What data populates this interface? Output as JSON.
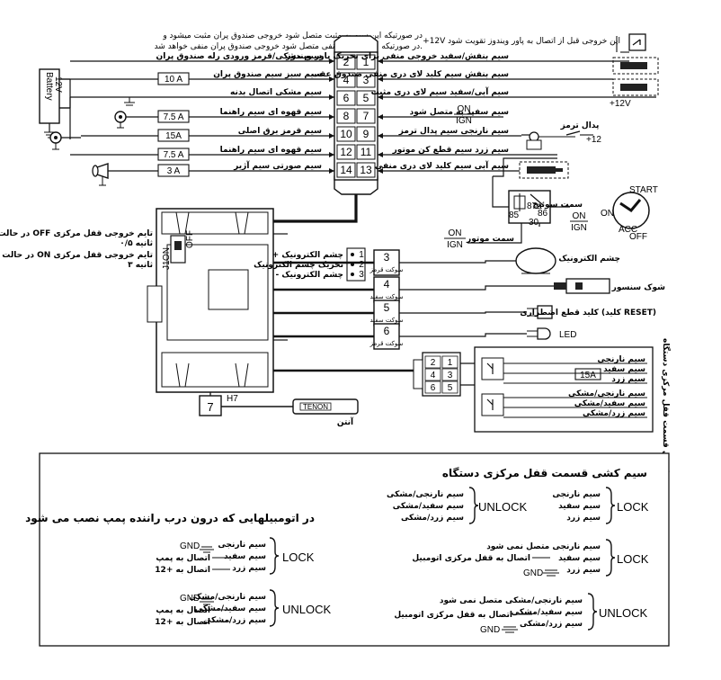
{
  "top_note": {
    "line1": "در صورتیکه این سیم به مثبت متصل شود خروجی صندوق پران مثبت میشود و",
    "line2": "در صورتیکه این سیم به منفی متصل شود خروجی صندوق پران منفی خواهد شد."
  },
  "battery": {
    "label": "Battery",
    "voltage": "12V"
  },
  "connector_pins": [
    {
      "left": "2",
      "right": "1"
    },
    {
      "left": "4",
      "right": "3"
    },
    {
      "left": "6",
      "right": "5"
    },
    {
      "left": "8",
      "right": "7"
    },
    {
      "left": "10",
      "right": "9"
    },
    {
      "left": "12",
      "right": "11"
    },
    {
      "left": "14",
      "right": "13"
    }
  ],
  "left_wires": [
    {
      "fuse": "",
      "label": "سیم مشکی/قرمز ورودی رله صندوق پران"
    },
    {
      "fuse": "10 A",
      "label": "سیم سبز سیم صندوق پران"
    },
    {
      "fuse": "",
      "label": "سیم مشکی اتصال بدنه"
    },
    {
      "fuse": "7.5 A",
      "label": "سیم قهوه ای سیم راهنما"
    },
    {
      "fuse": "15A",
      "label": "سیم قرمز برق اصلی"
    },
    {
      "fuse": "7.5 A",
      "label": "سیم قهوه ای سیم راهنما"
    },
    {
      "fuse": "3 A",
      "label": "سیم صورتی سیم آژیر"
    }
  ],
  "right_wires": [
    {
      "label": "سیم بنفش/سفید خروجی منفی برای تحریک پاور ویندوز"
    },
    {
      "label": "سیم بنفش سیم کلید لای دری منفی صندوق عقب"
    },
    {
      "label": "سیم آبی/سفید سیم لای دری مثبت"
    },
    {
      "label": "سیم سفید به  متصل شود"
    },
    {
      "label": "سیم نارنجی سیم پدال ترمز"
    },
    {
      "label": "سیم زرد سیم قطع کن موتور"
    },
    {
      "label": "سیم آبی سیم کلید لای دری منفی"
    }
  ],
  "on_ign": {
    "on": "ON",
    "ign": "IGN"
  },
  "top_right": {
    "power_note": "+12V  این خروجی قبل از اتصال به پاور ویندوز تقویت شود",
    "plus12": "+12V"
  },
  "brake": {
    "label": "پدال ترمز",
    "plus12": "+12"
  },
  "relay": {
    "pin87a": "87a",
    "pin86": "86",
    "pin85": "85",
    "pin30": "30",
    "switch_side": "سمت سوئیچ",
    "motor_side": "سمت موتور"
  },
  "ignition": {
    "start": "START",
    "on": "ON",
    "acc": "ACC",
    "off": "OFF"
  },
  "jumper": {
    "label": "J1",
    "on": "ON",
    "off": "OFF",
    "note1": "در حالت OFF تایم خروجی قفل مرکزی",
    "note2": "۰/۵ ثانیه",
    "note3": "در حالت ON تایم خروجی قفل مرکزی",
    "note4": "۳ ثانیه"
  },
  "sensor_pins": [
    {
      "num": "1",
      "label": "+ چشم الکترونیک"
    },
    {
      "num": "2",
      "label": "تحریک چشم الکترونیک"
    },
    {
      "num": "3",
      "label": "- چشم الکترونیک"
    }
  ],
  "sockets": [
    {
      "num": "3",
      "label": "سوکت قرمز",
      "device": "چشم الکترونیک"
    },
    {
      "num": "4",
      "label": "سوکت سفید",
      "device": "شوک سنسور"
    },
    {
      "num": "5",
      "label": "سوکت سفید",
      "device": "کلید قطع اضطراری (کلید RESET)"
    },
    {
      "num": "6",
      "label": "سوکت قرمز",
      "device": "LED"
    }
  ],
  "lock_connector": {
    "pins": [
      "2",
      "1",
      "4",
      "3",
      "6",
      "5"
    ]
  },
  "lock_section": {
    "vertical_title": "سیم کشی قسمت قفل مرکزی دستگاه",
    "fuse": "15A",
    "upper": [
      "سیم نارنجی",
      "سیم سفید",
      "سیم زرد"
    ],
    "lower": [
      "سیم نارنجی/مشکی",
      "سیم سفید/مشکی",
      "سیم زرد/مشکی"
    ]
  },
  "h7": {
    "num": "7",
    "label": "H7"
  },
  "antenna": {
    "brand": "TENON",
    "label": "آنتن"
  },
  "bottom": {
    "title": "سیم کشی قسمت قفل مرکزی دستگاه",
    "subtitle": "در اتومبیلهایی که درون درب راننده پمپ نصب می شود",
    "right_unlock": {
      "label": "UNLOCK",
      "wires": [
        "سیم نارنجی/مشکی",
        "سیم سفید/مشکی",
        "سیم زرد/مشکی"
      ]
    },
    "right_lock": {
      "label": "LOCK",
      "wires": [
        "سیم نارنجی",
        "سیم سفید",
        "سیم زرد"
      ]
    },
    "right_lock2": {
      "label": "LOCK",
      "wires": [
        "سیم نارنجی متصل نمی شود",
        "سیم سفید",
        "سیم زرد"
      ],
      "note": "اتصال به قفل مرکزی اتومبیل",
      "gnd": "GND"
    },
    "right_unlock2": {
      "label": "UNLOCK",
      "wires": [
        "سیم نارنجی/مشکی  متصل نمی شود",
        "سیم سفید/مشکی",
        "سیم زرد/مشکی"
      ],
      "note": "اتصال به قفل مرکزی اتومبیل",
      "gnd": "GND"
    },
    "left_lock": {
      "label": "LOCK",
      "wires": [
        "سیم نارنجی",
        "سیم سفید",
        "سیم زرد"
      ],
      "gnd": "GND",
      "pump": "اتصال به پمپ",
      "plus": "اتصال به +12"
    },
    "left_unlock": {
      "label": "UNLOCK",
      "wires": [
        "سیم نارنجی/مشکی",
        "سیم سفید/مشکی",
        "سیم زرد/مشکی"
      ],
      "gnd": "GND",
      "pump": "اتصال به پمپ",
      "plus": "اتصال به +12"
    }
  }
}
